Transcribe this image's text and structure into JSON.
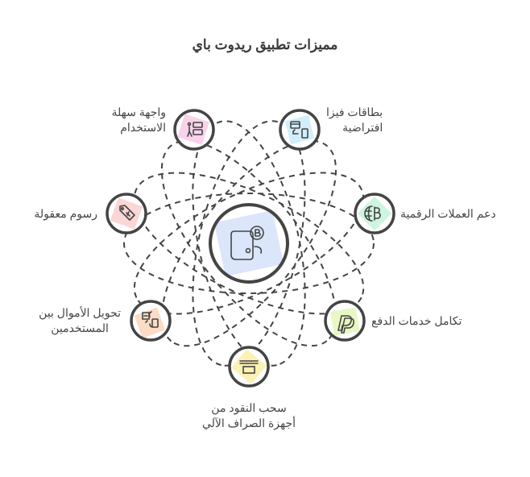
{
  "title": "مميزات تطبيق ريدوت باي",
  "center": {
    "icon": "wallet-bitcoin-icon",
    "fill": "#dbe6fb"
  },
  "features": [
    {
      "id": "easy-ui",
      "lines": [
        "واجهة سهلة",
        "الاستخدام"
      ],
      "icon": "user-interface-icon",
      "fill": "#f9d3ea"
    },
    {
      "id": "virtual-visa",
      "lines": [
        "بطاقات فيزا",
        "افتراضية"
      ],
      "icon": "card-phone-transfer-icon",
      "fill": "#d3eefb"
    },
    {
      "id": "crypto-support",
      "lines": [
        "دعم العملات الرقمية"
      ],
      "icon": "globe-baht-icon",
      "fill": "#cdf5df"
    },
    {
      "id": "reasonable-fees",
      "lines": [
        "رسوم معقولة"
      ],
      "icon": "price-tag-icon",
      "fill": "#fbd6d6"
    },
    {
      "id": "p2p-transfer",
      "lines": [
        "تحويل الأموال بين",
        "المستخدمين"
      ],
      "icon": "transfer-devices-icon",
      "fill": "#fbdcc6"
    },
    {
      "id": "payment-integration",
      "lines": [
        "تكامل خدمات الدفع"
      ],
      "icon": "paypal-icon",
      "fill": "#e9f7c4"
    },
    {
      "id": "atm-withdrawal",
      "lines": [
        "سحب النقود من",
        "أجهزة الصراف الآلي"
      ],
      "icon": "atm-icon",
      "fill": "#fbf1b5"
    }
  ]
}
